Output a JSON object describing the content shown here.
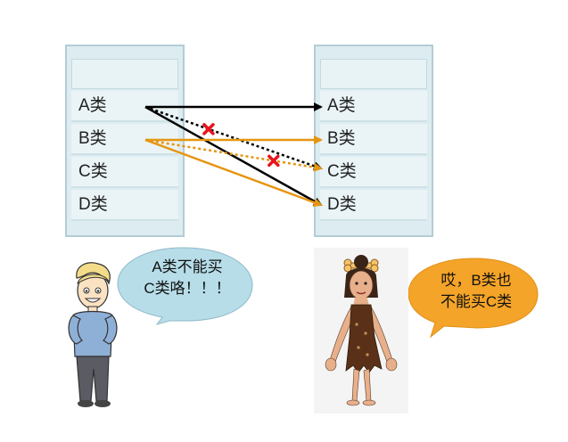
{
  "left_panel": {
    "rows": [
      "A类",
      "B类",
      "C类",
      "D类"
    ]
  },
  "right_panel": {
    "rows": [
      "A类",
      "B类",
      "C类",
      "D类"
    ]
  },
  "connections": [
    {
      "from": "A类",
      "to": "A类",
      "color": "#000000",
      "style": "solid",
      "blocked": false
    },
    {
      "from": "A类",
      "to": "C类",
      "color": "#000000",
      "style": "dotted",
      "blocked": true
    },
    {
      "from": "A类",
      "to": "D类",
      "color": "#000000",
      "style": "solid",
      "blocked": false
    },
    {
      "from": "B类",
      "to": "B类",
      "color": "#e69511",
      "style": "solid",
      "blocked": false
    },
    {
      "from": "B类",
      "to": "C类",
      "color": "#e69511",
      "style": "dotted",
      "blocked": true
    },
    {
      "from": "B类",
      "to": "D类",
      "color": "#e69511",
      "style": "solid",
      "blocked": false
    }
  ],
  "colors": {
    "black_line": "#000000",
    "orange_line": "#e69511",
    "block_mark": "#e8141c",
    "bubble_left": "#b6dde8",
    "bubble_right": "#f4a428"
  },
  "bubbles": {
    "left": {
      "line1": "A类不能买",
      "line2": "C类咯！！！"
    },
    "right": {
      "line1": "哎，B类也",
      "line2": "不能买C类"
    }
  },
  "icons": {
    "left_character": "cartoon-boy",
    "right_character": "cartoon-cavewoman"
  }
}
